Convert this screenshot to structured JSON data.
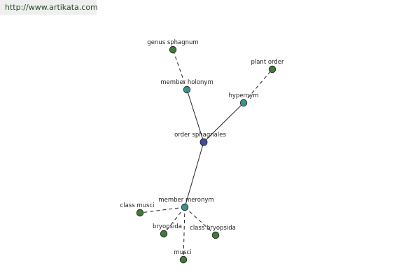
{
  "source": {
    "url_text": "http://www.artikata.com"
  },
  "colors": {
    "center": "#404d9a",
    "relation": "#3f8f8f",
    "leaf": "#3f7a3a",
    "badge_bg": "#efefef"
  },
  "graph": {
    "nodes": {
      "order_sphagnales": {
        "label": "order sphagnales",
        "kind": "center"
      },
      "member_holonym": {
        "label": "member holonym",
        "kind": "relation"
      },
      "hypernym": {
        "label": "hypernym",
        "kind": "relation"
      },
      "member_meronym": {
        "label": "member meronym",
        "kind": "relation"
      },
      "genus_sphagnum": {
        "label": "genus sphagnum",
        "kind": "leaf"
      },
      "plant_order": {
        "label": "plant order",
        "kind": "leaf"
      },
      "class_musci": {
        "label": "class musci",
        "kind": "leaf"
      },
      "bryopsida": {
        "label": "bryopsida",
        "kind": "leaf"
      },
      "class_bryopsida": {
        "label": "class bryopsida",
        "kind": "leaf"
      },
      "musci": {
        "label": "musci",
        "kind": "leaf"
      }
    },
    "edges": [
      {
        "from": "order_sphagnales",
        "to": "member_holonym",
        "style": "solid"
      },
      {
        "from": "order_sphagnales",
        "to": "hypernym",
        "style": "solid"
      },
      {
        "from": "order_sphagnales",
        "to": "member_meronym",
        "style": "solid"
      },
      {
        "from": "member_holonym",
        "to": "genus_sphagnum",
        "style": "dashed"
      },
      {
        "from": "hypernym",
        "to": "plant_order",
        "style": "dashed"
      },
      {
        "from": "member_meronym",
        "to": "class_musci",
        "style": "dashed"
      },
      {
        "from": "member_meronym",
        "to": "bryopsida",
        "style": "dashed"
      },
      {
        "from": "member_meronym",
        "to": "class_bryopsida",
        "style": "dashed"
      },
      {
        "from": "member_meronym",
        "to": "musci",
        "style": "dashed"
      }
    ]
  }
}
